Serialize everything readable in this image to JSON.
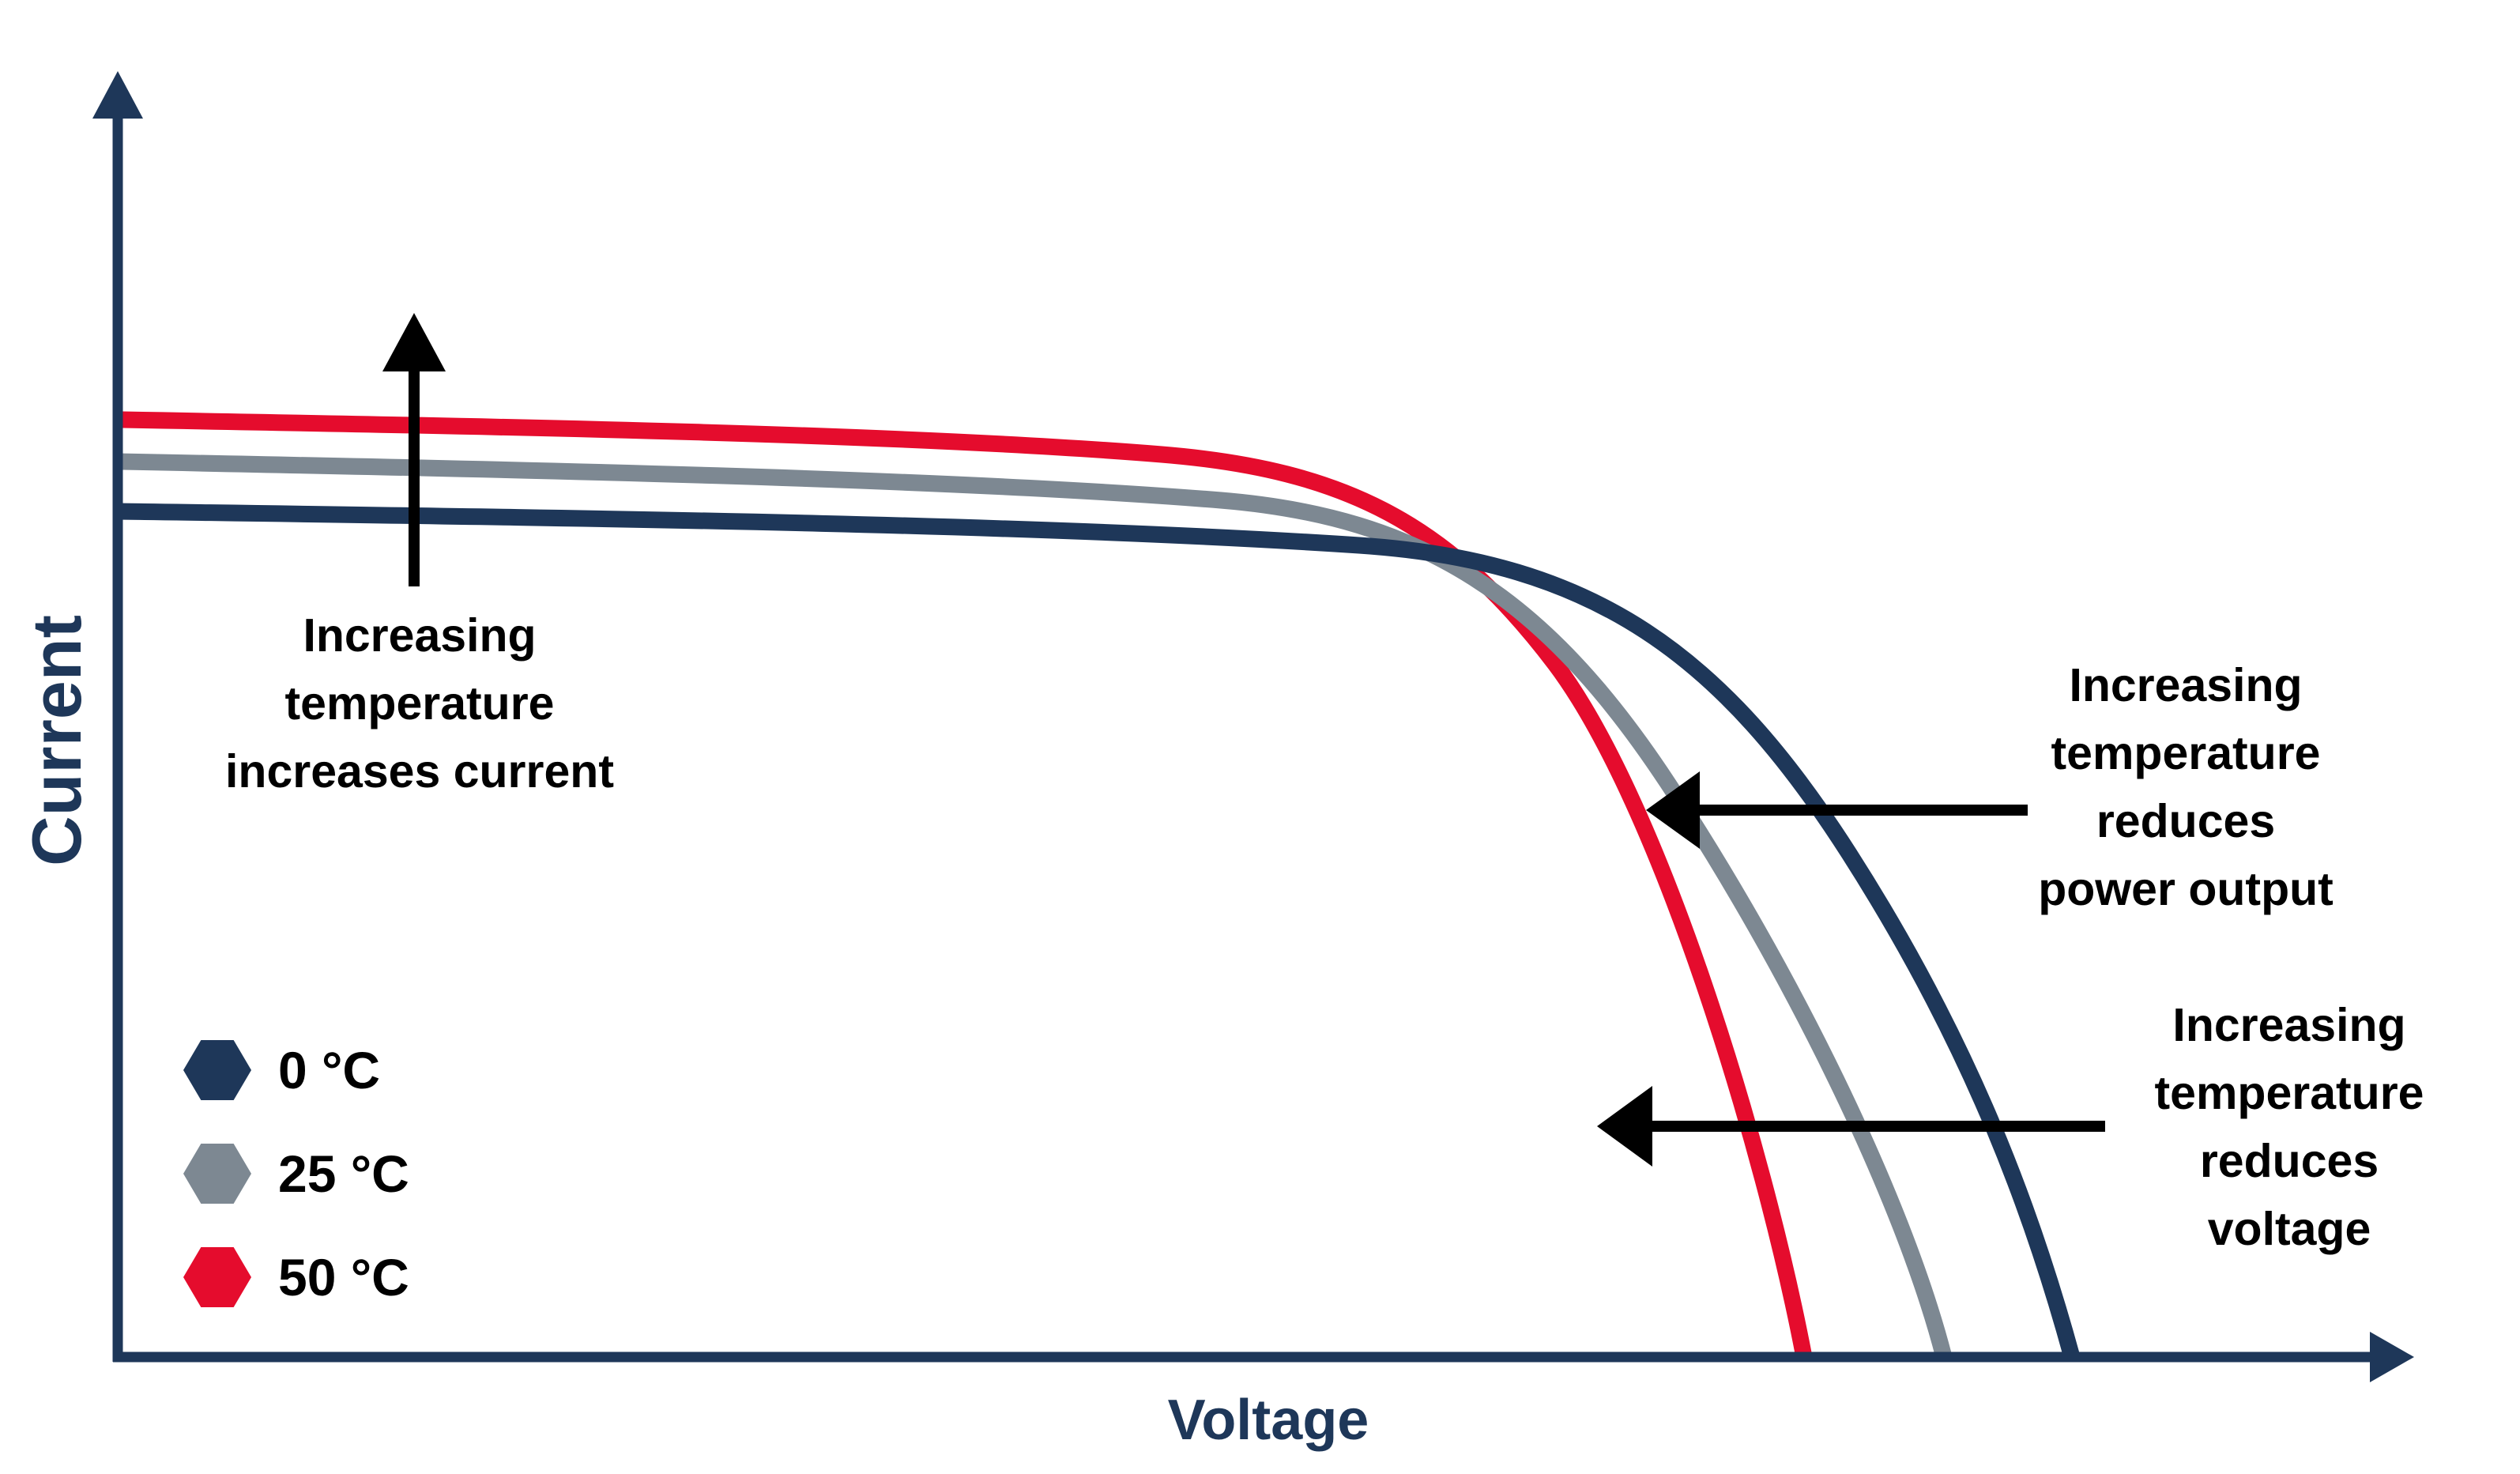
{
  "figure": {
    "background": "#ffffff",
    "y_axis_label": "Current",
    "x_axis_label": "Voltage"
  },
  "colors": {
    "axis_navy": "#1e3759",
    "series_0c_navy": "#1e3759",
    "series_25c_gray": "#7d8892",
    "series_50c_red": "#e50c2d",
    "annotation_black": "#000000"
  },
  "legend": {
    "items": [
      {
        "label": "0 °C",
        "color": "#1e3759",
        "marker": "hexagon"
      },
      {
        "label": "25 °C",
        "color": "#7d8892",
        "marker": "hexagon"
      },
      {
        "label": "50 °C",
        "color": "#e50c2d",
        "marker": "hexagon"
      }
    ]
  },
  "annotations": {
    "increase_current": {
      "text": "Increasing\ntemperature\nincreases current",
      "arrow": "up-arrow pointing toward higher current, left of plateau curves"
    },
    "reduce_power": {
      "text": "Increasing\ntemperature\nreduces\npower output",
      "arrow": "left-arrow pointing at the knee of the 50 °C curve"
    },
    "reduce_voltage": {
      "text": "Increasing\ntemperature\nreduces voltage",
      "arrow": "left-arrow pointing toward lower voltage across the steep curve sections"
    }
  },
  "chart_data": {
    "type": "line",
    "title": "",
    "xlabel": "Voltage",
    "ylabel": "Current",
    "grid": false,
    "tick_labels": "none (conceptual unitless axes with arrowheads)",
    "legend_position": "inside lower-left",
    "x_range_norm": [
      0,
      1
    ],
    "y_range_norm": [
      0,
      1
    ],
    "crossover_point_norm": [
      0.58,
      0.63
    ],
    "series": [
      {
        "name": "0 °C",
        "color": "#1e3759",
        "marker": "hexagon",
        "isc_norm": 0.66,
        "voc_norm": 0.85,
        "points_norm": [
          [
            0,
            0.66
          ],
          [
            0.22,
            0.65
          ],
          [
            0.54,
            0.63
          ],
          [
            0.64,
            0.6
          ],
          [
            0.7,
            0.52
          ],
          [
            0.75,
            0.39
          ],
          [
            0.82,
            0.18
          ],
          [
            0.85,
            0
          ]
        ]
      },
      {
        "name": "25 °C",
        "color": "#7d8892",
        "marker": "hexagon",
        "isc_norm": 0.7,
        "voc_norm": 0.8,
        "points_norm": [
          [
            0,
            0.7
          ],
          [
            0.22,
            0.69
          ],
          [
            0.48,
            0.67
          ],
          [
            0.6,
            0.61
          ],
          [
            0.675,
            0.45
          ],
          [
            0.72,
            0.28
          ],
          [
            0.76,
            0.18
          ],
          [
            0.8,
            0
          ]
        ]
      },
      {
        "name": "50 °C",
        "color": "#e50c2d",
        "marker": "hexagon",
        "isc_norm": 0.73,
        "voc_norm": 0.735,
        "points_norm": [
          [
            0,
            0.73
          ],
          [
            0.22,
            0.72
          ],
          [
            0.455,
            0.7
          ],
          [
            0.565,
            0.65
          ],
          [
            0.63,
            0.54
          ],
          [
            0.67,
            0.43
          ],
          [
            0.71,
            0.18
          ],
          [
            0.735,
            0
          ]
        ]
      }
    ]
  }
}
